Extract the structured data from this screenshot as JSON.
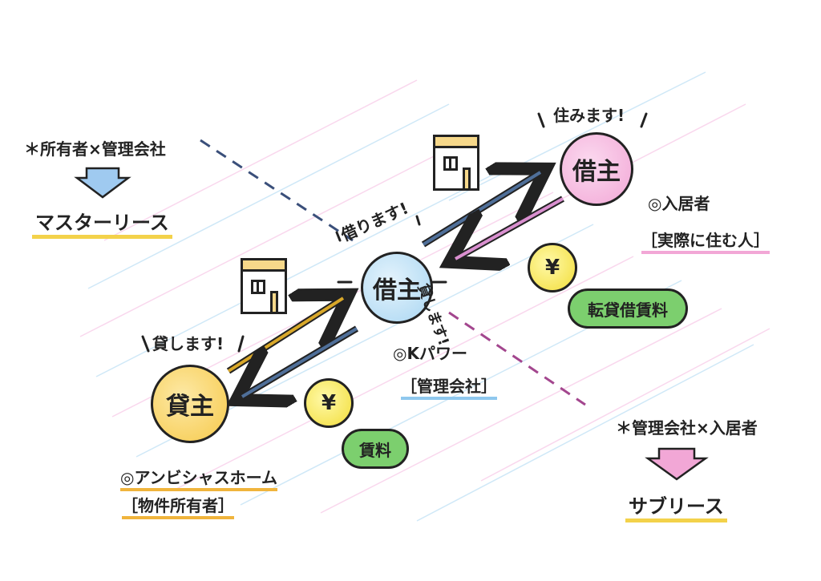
{
  "top_left": {
    "note": "＊所有者×管理会社",
    "result": "マスターリース"
  },
  "bottom_right": {
    "note": "＊管理会社×入居者",
    "result": "サブリース"
  },
  "landlord": {
    "label": "貸主",
    "caption": "貸します!",
    "name": "◎アンビシャスホーム",
    "role": "［物件所有者］"
  },
  "center": {
    "label": "借主",
    "caption": "借ります!",
    "side_caption": "貸します!",
    "name": "◎Kパワー",
    "role": "［管理会社］"
  },
  "tenant": {
    "label": "借主",
    "caption": "住みます!",
    "name": "◎入居者",
    "role": "［実際に住む人］"
  },
  "money": {
    "coin_symbol": "¥",
    "rent_label": "賃料",
    "sublease_rent_label": "転貸借賃料"
  },
  "colors": {
    "landlord_circle": "#f6c94a",
    "center_circle": "#8fc8ee",
    "tenant_circle": "#f2a7d6",
    "arrow_gold": "#d9a82a",
    "arrow_blue": "#4f6f99",
    "arrow_pink": "#d98fcf",
    "pill_green": "#7ccf6e"
  }
}
